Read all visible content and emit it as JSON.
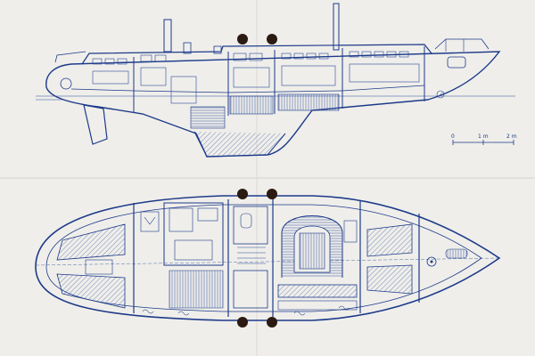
{
  "scale_bar": {
    "labels": [
      "0",
      "1 m",
      "2 m"
    ]
  },
  "colors": {
    "paper": "#efeeea",
    "ink": "#1d3a8a",
    "punch_hole": "#2b1a12"
  },
  "views": {
    "profile": "side-profile-section",
    "plan": "deck-plan-layout"
  }
}
